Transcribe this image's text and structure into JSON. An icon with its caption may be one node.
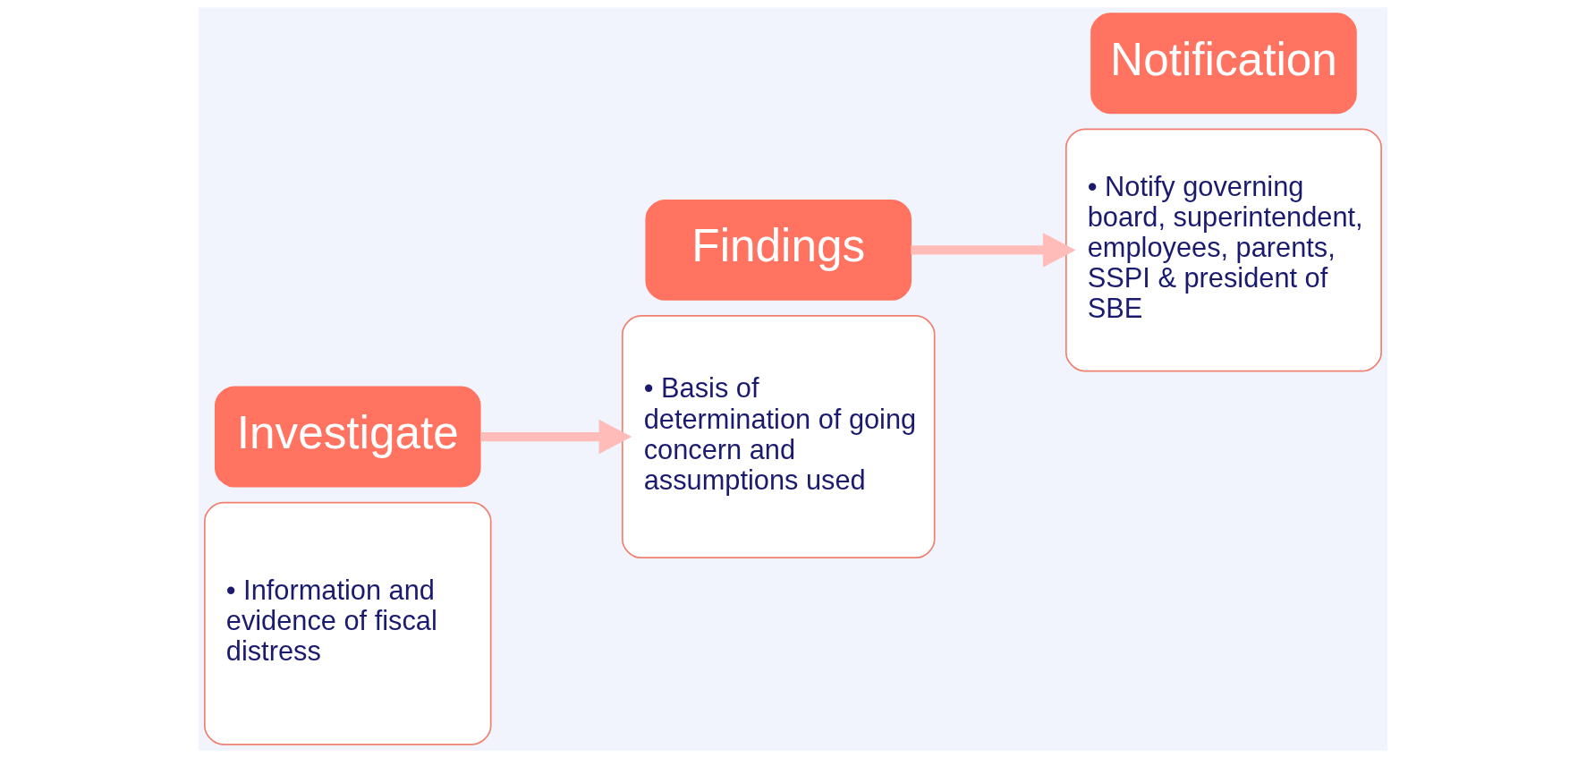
{
  "diagram": {
    "nodes": [
      {
        "text": [
          "• Information and evidence of fiscal distress"
        ]
      },
      {
        "text": [
          "Investigate"
        ]
      },
      {
        "text": [
          "• Basis of determination of going concern and assumptions used"
        ]
      },
      {
        "text": [
          "Findings"
        ]
      },
      {
        "text": [
          "• Notify governing board, superintendent, employees, parents, SSPI & president of SBE"
        ]
      },
      {
        "text": [
          "Notification"
        ]
      }
    ],
    "edges": [
      {
        "from": 1,
        "to": 2,
        "arrow": "to"
      },
      {
        "from": 3,
        "to": 4,
        "arrow": "to"
      }
    ]
  }
}
